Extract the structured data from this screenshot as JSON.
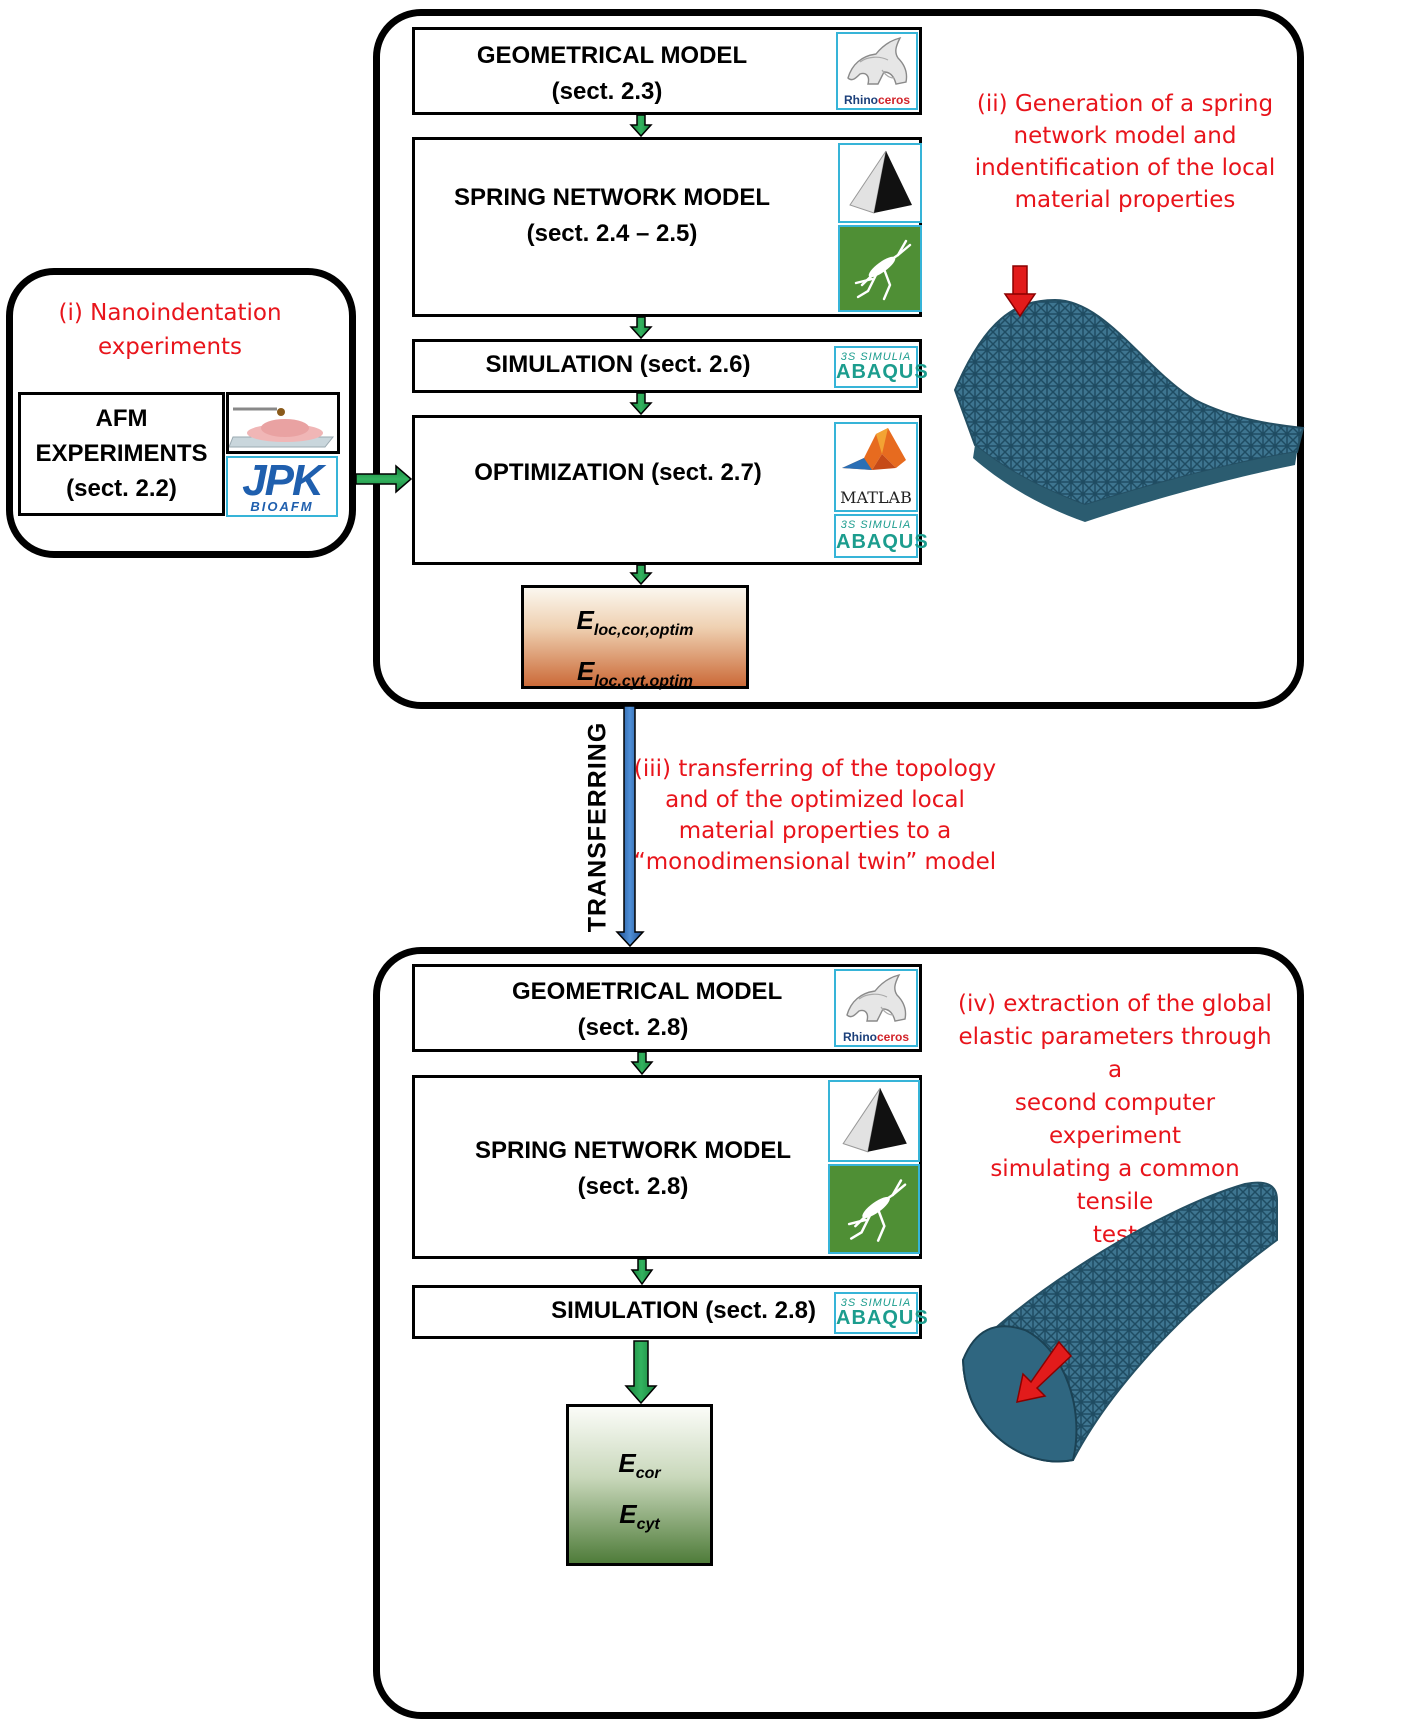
{
  "left_panel": {
    "heading_line1": "(i) Nanoindentation",
    "heading_line2": "experiments",
    "afm_box_line1": "AFM",
    "afm_box_line2": "EXPERIMENTS",
    "afm_box_line3": "(sect. 2.2)",
    "jpk_logo_top": "JPK",
    "jpk_logo_bottom": "BIOAFM"
  },
  "top_panel": {
    "geo_title": "GEOMETRICAL MODEL",
    "geo_sect": "(sect. 2.3)",
    "spring_title": "SPRING NETWORK MODEL",
    "spring_sect": "(sect. 2.4 – 2.5)",
    "sim_label": "SIMULATION (sect. 2.6)",
    "opt_label": "OPTIMIZATION (sect. 2.7)",
    "result_line1_main": "E",
    "result_line1_sub": "loc,cor,optim",
    "result_line2_main": "E",
    "result_line2_sub": "loc,cyt,optim",
    "annotation_line1": "(ii) Generation of a spring",
    "annotation_line2": "network model and",
    "annotation_line3": "indentification of the local",
    "annotation_line4": "material properties"
  },
  "transfer": {
    "label": "TRANSFERRING",
    "annotation_line1": "(iii) transferring of the topology",
    "annotation_line2": "and of the optimized local",
    "annotation_line3": "material properties to a",
    "annotation_line4": "“monodimensional twin” model"
  },
  "bottom_panel": {
    "geo_title": "GEOMETRICAL MODEL",
    "geo_sect": "(sect. 2.8)",
    "spring_title": "SPRING NETWORK MODEL",
    "spring_sect": "(sect. 2.8)",
    "sim_label": "SIMULATION (sect. 2.8)",
    "result_line1_main": "E",
    "result_line1_sub": "cor",
    "result_line2_main": "E",
    "result_line2_sub": "cyt",
    "annotation_line1": "(iv) extraction of the global",
    "annotation_line2": "elastic parameters through a",
    "annotation_line3": "second computer experiment",
    "annotation_line4": "simulating a common tensile",
    "annotation_line5": "test"
  },
  "logos": {
    "rhino_text_a": "Rhino",
    "rhino_text_b": "ceros",
    "simulia_text": "3S SIMULIA",
    "abaqus_text": "ABAQUS",
    "matlab_text": "MATLAB"
  },
  "colors": {
    "annotation_red": "#e8141b",
    "arrow_green": "#1d9a4d",
    "arrow_blue": "#2e6db4",
    "logo_border": "#36b4d8",
    "mesh_teal": "#2b5c70",
    "grasshopper_green": "#4f8f35"
  }
}
